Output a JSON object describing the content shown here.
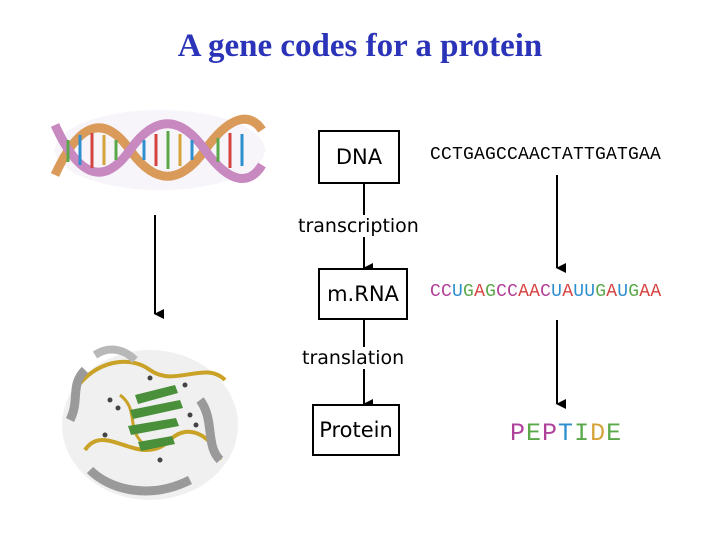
{
  "title": "A gene codes for a protein",
  "boxes": {
    "dna": "DNA",
    "mrna": "m.RNA",
    "protein": "Protein"
  },
  "processes": {
    "transcription": "transcription",
    "translation": "translation"
  },
  "dna_sequence": "CCTGAGCCAACTATTGATGAA",
  "mrna_sequence": "CCUGAGCCAACUAUUGAUGAA",
  "peptide": "PEPTIDE",
  "base_colors": {
    "C": "#b0409a",
    "U": "#2e8fcf",
    "G": "#5aa84a",
    "A": "#d6423f"
  },
  "peptide_colors": [
    "#b0409a",
    "#5aa84a",
    "#b0409a",
    "#2e8fcf",
    "#5aa84a",
    "#d6a33a",
    "#5aa84a"
  ],
  "colors": {
    "title": "#2b34b8"
  }
}
